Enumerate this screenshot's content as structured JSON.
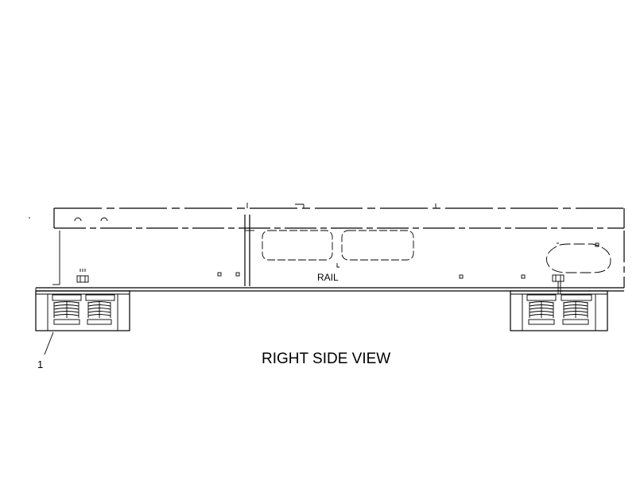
{
  "view_title": "RIGHT SIDE VIEW",
  "part_label": "RAIL",
  "callouts": [
    "1"
  ]
}
